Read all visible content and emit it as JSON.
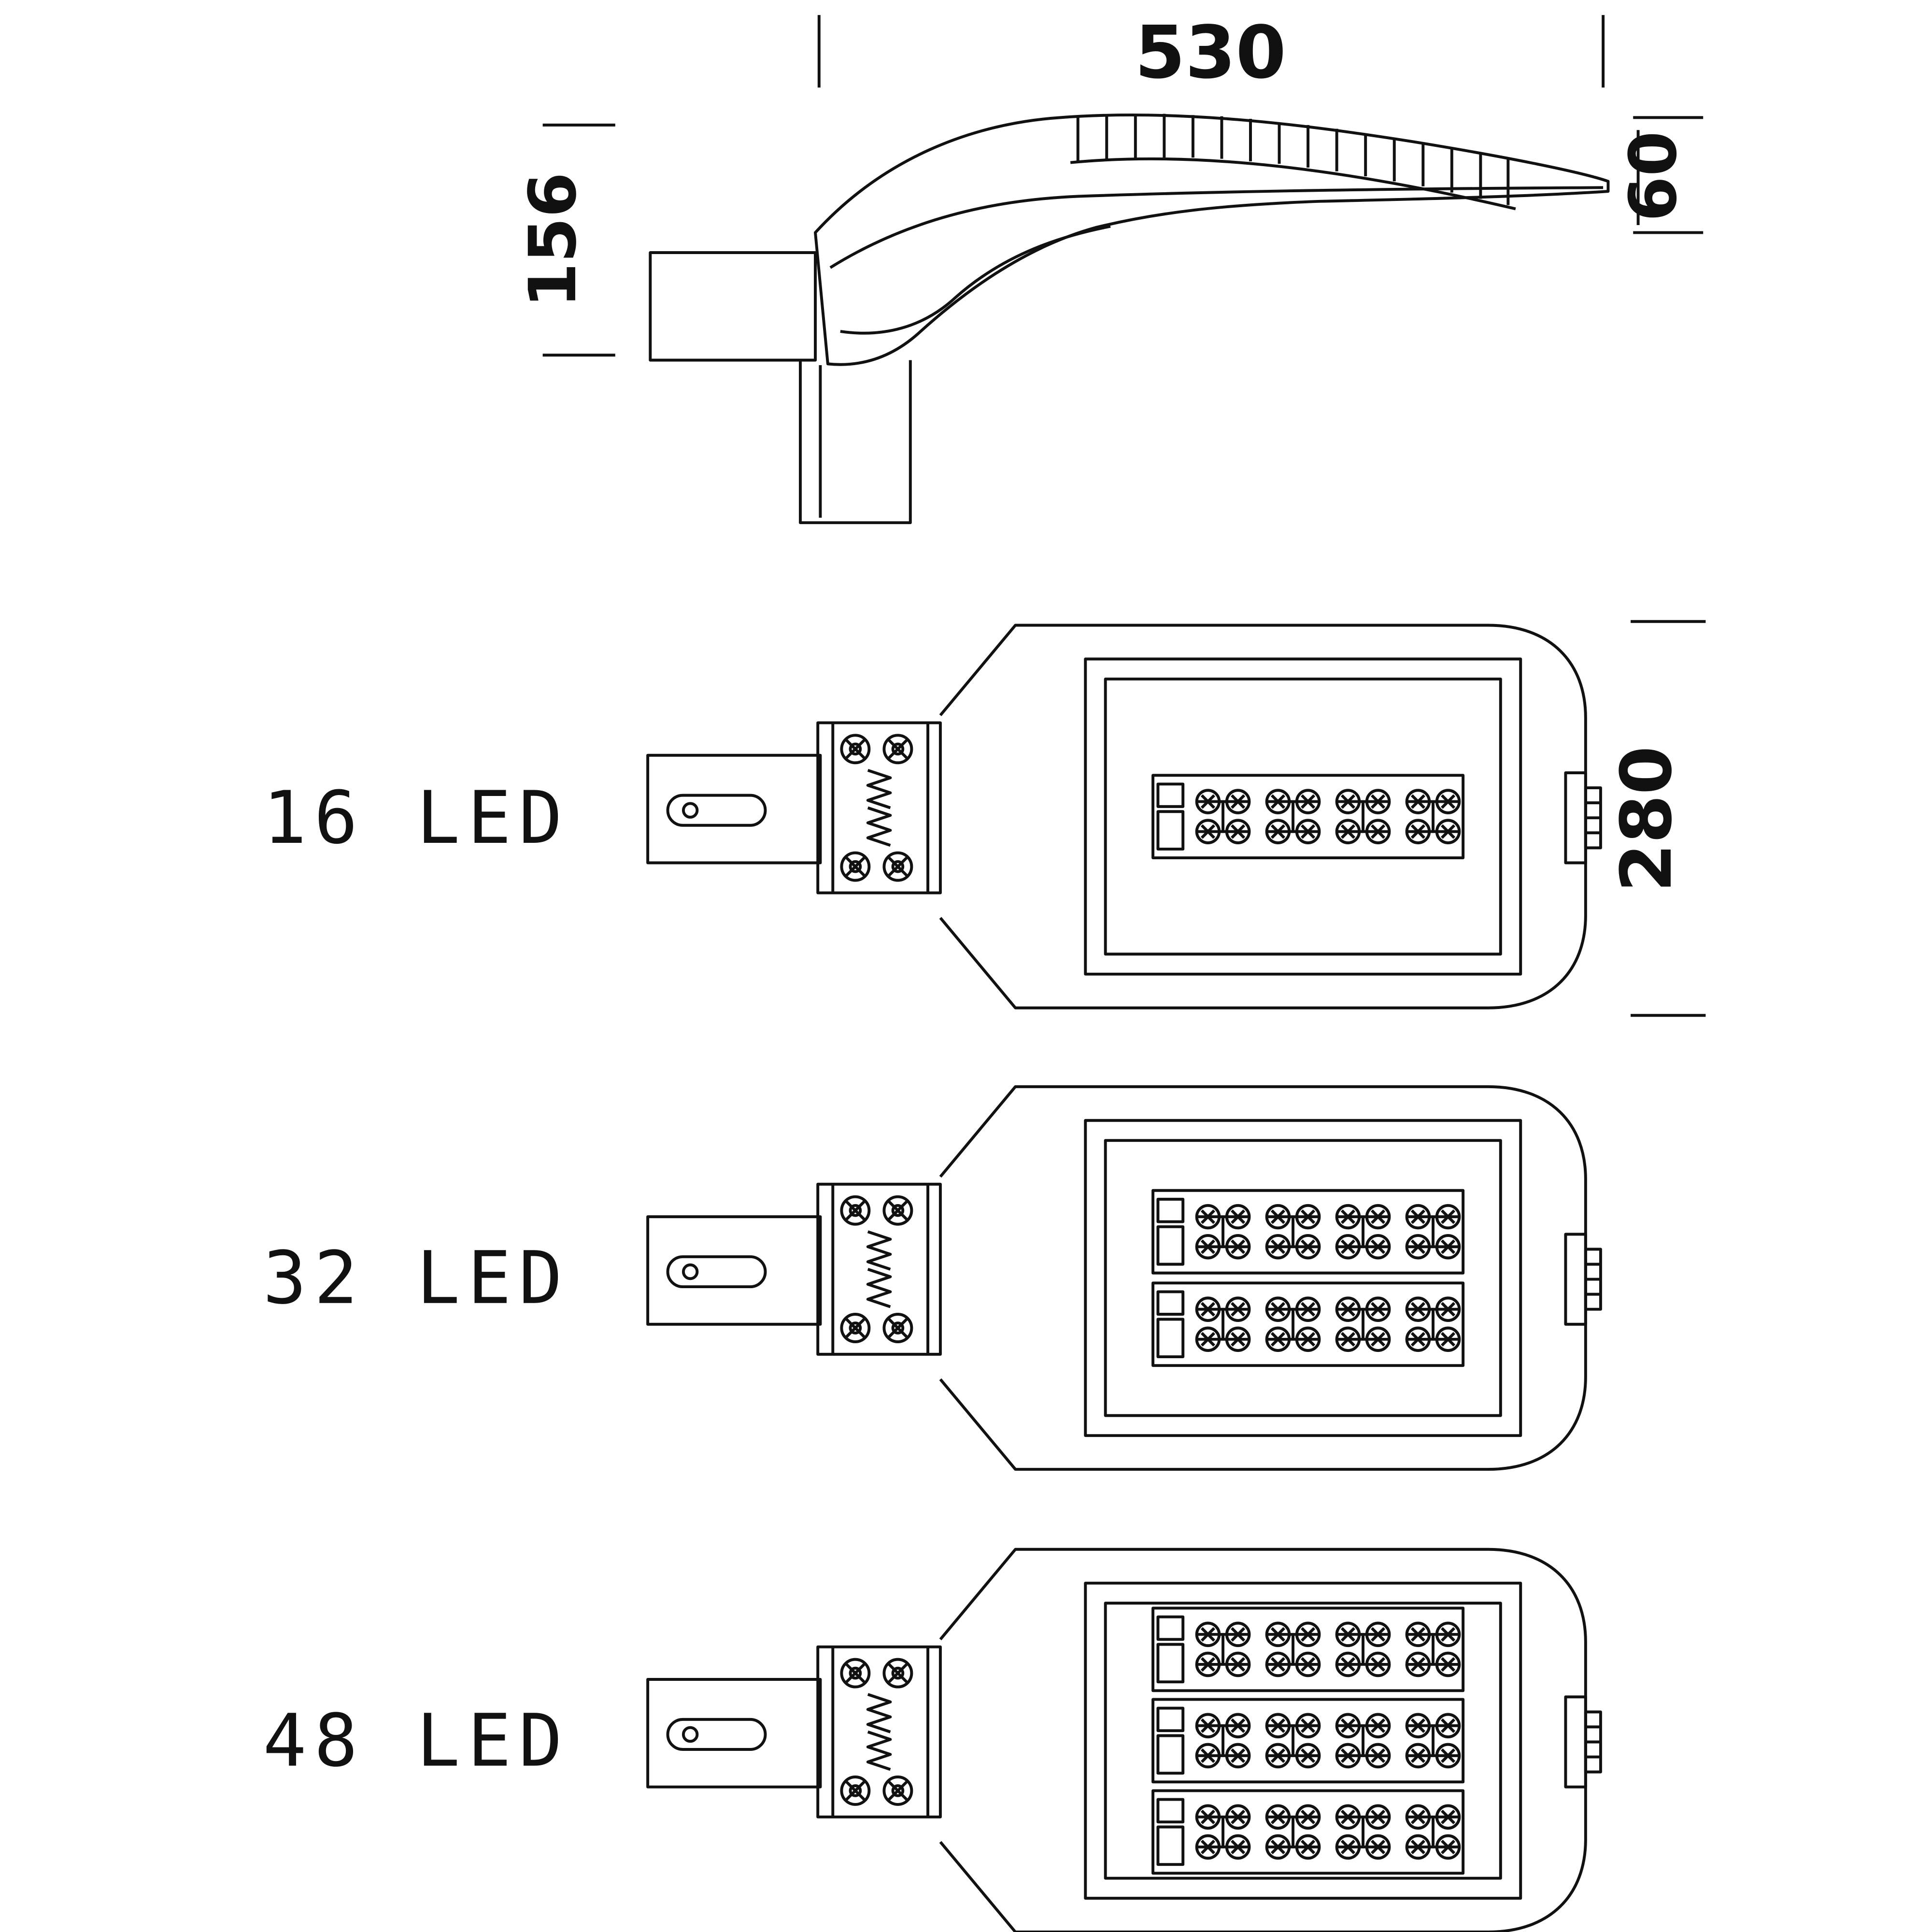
{
  "colors": {
    "line": "#111111",
    "background": "#ffffff"
  },
  "side_view": {
    "dims": {
      "width": "530",
      "tip_height": "60",
      "mount_height": "156"
    }
  },
  "plan_views": {
    "dims": {
      "body_height": "280"
    },
    "variants": [
      {
        "label": "16 LED",
        "led_count": 16,
        "modules": 1
      },
      {
        "label": "32 LED",
        "led_count": 32,
        "modules": 2
      },
      {
        "label": "48 LED",
        "led_count": 48,
        "modules": 3
      }
    ]
  }
}
